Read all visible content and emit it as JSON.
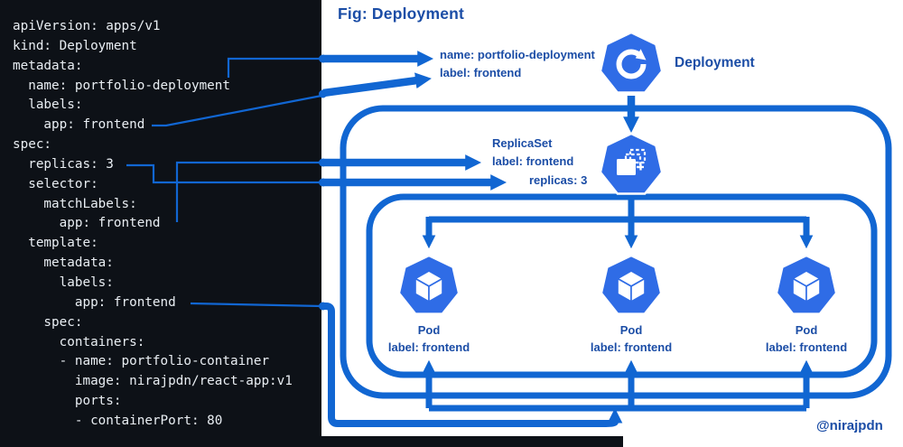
{
  "code": {
    "lines": [
      "apiVersion: apps/v1",
      "kind: Deployment",
      "metadata:",
      "  name: portfolio-deployment",
      "  labels:",
      "    app: frontend",
      "spec:",
      "  replicas: 3",
      "  selector:",
      "    matchLabels:",
      "      app: frontend",
      "  template:",
      "    metadata:",
      "      labels:",
      "        app: frontend",
      "    spec:",
      "      containers:",
      "      - name: portfolio-container",
      "        image: nirajpdn/react-app:v1",
      "        ports:",
      "        - containerPort: 80"
    ]
  },
  "diagram": {
    "title": "Fig: Deployment",
    "deployment_annotation": {
      "line1": "name: portfolio-deployment",
      "line2": "label: frontend"
    },
    "deployment_label": "Deployment",
    "replicaset_annotation": {
      "line1": "ReplicaSet",
      "line2": "label: frontend"
    },
    "replicas_label": "replicas: 3",
    "pods": [
      {
        "title": "Pod",
        "label": "label: frontend"
      },
      {
        "title": "Pod",
        "label": "label: frontend"
      },
      {
        "title": "Pod",
        "label": "label: frontend"
      }
    ],
    "watermark": "@nirajpdn"
  },
  "colors": {
    "panel_bg": "#0d1117",
    "code_text": "#e9eef3",
    "wire_blue": "#1166d2",
    "icon_blue": "#2f6ce6",
    "label_blue": "#1b4da6"
  }
}
